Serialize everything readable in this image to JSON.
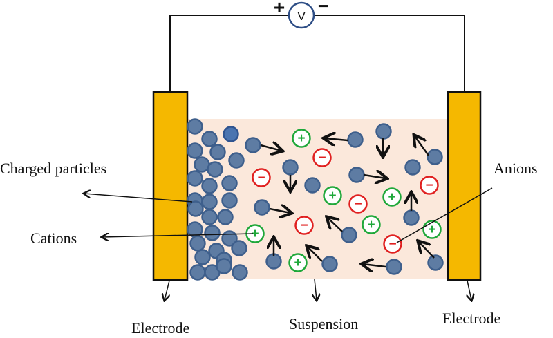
{
  "voltmeter": {
    "symbol": "V",
    "positive": "+",
    "negative": "−"
  },
  "labels": {
    "charged_particles": "Charged particles",
    "cations": "Cations",
    "anions": "Anions",
    "electrode_left": "Electrode",
    "suspension": "Suspension",
    "electrode_right": "Electrode"
  },
  "ion_symbols": {
    "cation": "+",
    "anion": "−"
  },
  "colors": {
    "electrode": "#f5b800",
    "suspension": "#fbe8db",
    "particle": "#5e7ca3",
    "cation": "#1fa83a",
    "anion": "#e02020"
  }
}
